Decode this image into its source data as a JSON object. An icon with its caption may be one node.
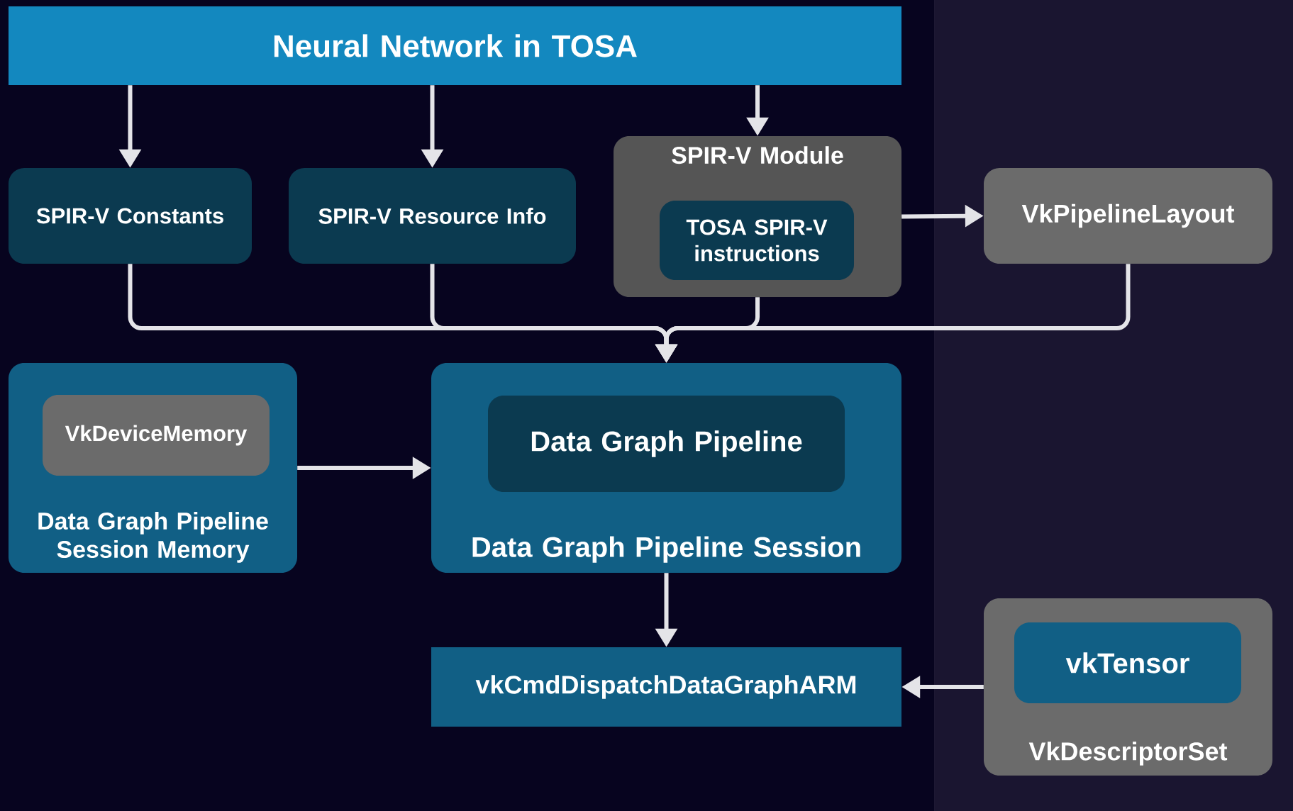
{
  "diagram": {
    "nodes": [
      {
        "text": [
          "Neural Network in TOSA"
        ]
      },
      {
        "text": [
          "SPIR-V Constants"
        ]
      },
      {
        "text": [
          "SPIR-V Resource Info"
        ]
      },
      {
        "text": [
          "SPIR-V Module"
        ]
      },
      {
        "text": [
          "TOSA SPIR-V instructions"
        ],
        "in": 3
      },
      {
        "text": [
          "VkPipelineLayout"
        ]
      },
      {
        "text": [
          "Data Graph Pipeline Session Memory"
        ]
      },
      {
        "text": [
          "VkDeviceMemory"
        ],
        "in": 6
      },
      {
        "text": [
          "Data Graph Pipeline Session"
        ]
      },
      {
        "text": [
          "Data Graph Pipeline"
        ],
        "in": 8
      },
      {
        "text": [
          "vkCmdDispatchDataGraphARM"
        ]
      },
      {
        "text": [
          "VkDescriptorSet"
        ]
      },
      {
        "text": [
          "vkTensor"
        ],
        "in": 11
      }
    ],
    "edges": [
      {
        "from": 0,
        "to": 1,
        "arrow": "to"
      },
      {
        "from": 0,
        "to": 2,
        "arrow": "to"
      },
      {
        "from": 0,
        "to": 3,
        "arrow": "to"
      },
      {
        "from": 3,
        "to": 5,
        "arrow": "to"
      },
      {
        "from": 1,
        "to": 8,
        "arrow": "to"
      },
      {
        "from": 2,
        "to": 8,
        "arrow": "to"
      },
      {
        "from": 3,
        "to": 8,
        "arrow": "to"
      },
      {
        "from": 5,
        "to": 8,
        "arrow": "to"
      },
      {
        "from": 6,
        "to": 8,
        "arrow": "to"
      },
      {
        "from": 8,
        "to": 10,
        "arrow": "to"
      },
      {
        "from": 11,
        "to": 10,
        "arrow": "to"
      }
    ]
  }
}
